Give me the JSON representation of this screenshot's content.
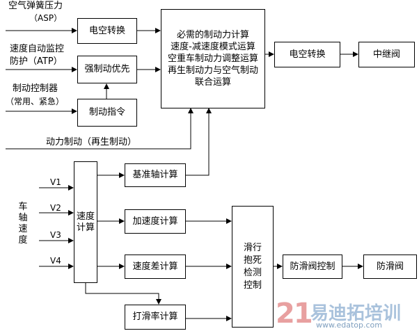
{
  "inputs": {
    "asp": {
      "line1": "空气弹簧压力",
      "line2": "（ASP）"
    },
    "atp": {
      "line1": "速度自动监控",
      "line2": "防护（ATP）"
    },
    "brake_ctrl": {
      "line1": "制动控制器",
      "line2": "（常用、紧急）"
    },
    "dynamic_brake": "动力制动（再生制动）",
    "axle_speed": [
      "车",
      "轴",
      "速",
      "度"
    ],
    "v_labels": [
      "V1",
      "V2",
      "V3",
      "V4"
    ]
  },
  "boxes": {
    "ep_convert_1": "电空转换",
    "strong_brake_priority": "强制动优先",
    "brake_command": "制动指令",
    "central_calc": [
      "必需的制动力计算",
      "速度-减速度模式运算",
      "空重车制动力调整运算",
      "再生制动力与空气制动",
      "联合运算"
    ],
    "ep_convert_2": "电空转换",
    "relay_valve": "中继阀",
    "speed_calc": [
      "速度",
      "计算"
    ],
    "ref_axle_calc": "基准轴计算",
    "accel_calc": "加速度计算",
    "speed_diff_calc": "速度差计算",
    "slip_rate_calc": "打滑率计算",
    "slide_detect": [
      "滑行",
      "抱死",
      "检测",
      "控制"
    ],
    "antiskid_ctrl": "防滑阀控制",
    "antiskid_valve": "防滑阀"
  },
  "watermark": {
    "number": "21",
    "text": "易迪拓培训",
    "url": "www.edatop.com"
  },
  "colors": {
    "line": "#000000",
    "watermark_red": "#e8a0a0",
    "watermark_blue": "#a9c2dc"
  }
}
